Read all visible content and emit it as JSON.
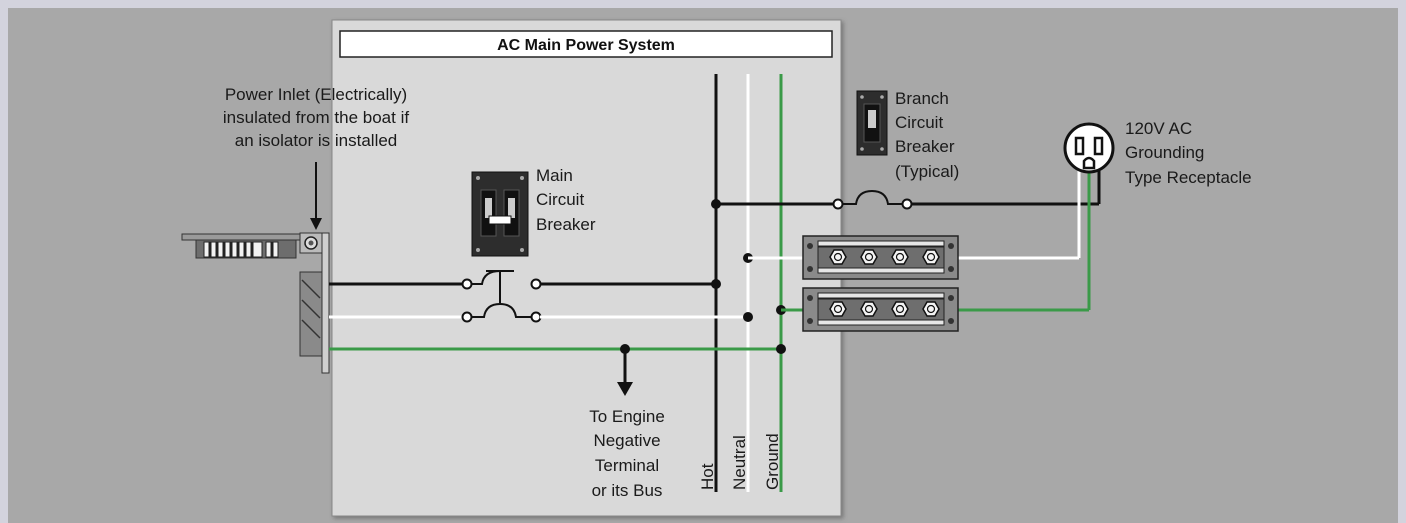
{
  "diagram": {
    "title": "AC Main Power System",
    "inlet_label": [
      "Power Inlet (Electrically)",
      "insulated from the boat if",
      "an isolator is installed"
    ],
    "main_breaker_label": [
      "Main",
      "Circuit",
      "Breaker"
    ],
    "branch_breaker_label": [
      "Branch",
      "Circuit",
      "Breaker",
      "(Typical)"
    ],
    "receptacle_label": [
      "120V AC",
      "Grounding",
      "Type Receptacle"
    ],
    "engine_label": [
      "To Engine",
      "Negative",
      "Terminal",
      "or its Bus"
    ],
    "bus_labels": {
      "hot": "Hot",
      "neutral": "Neutral",
      "ground": "Ground"
    },
    "colors": {
      "hot": "#111111",
      "neutral": "#ffffff",
      "ground": "#3a9a48",
      "panel": "#d9d9d9",
      "background": "#a8a8a8"
    }
  }
}
